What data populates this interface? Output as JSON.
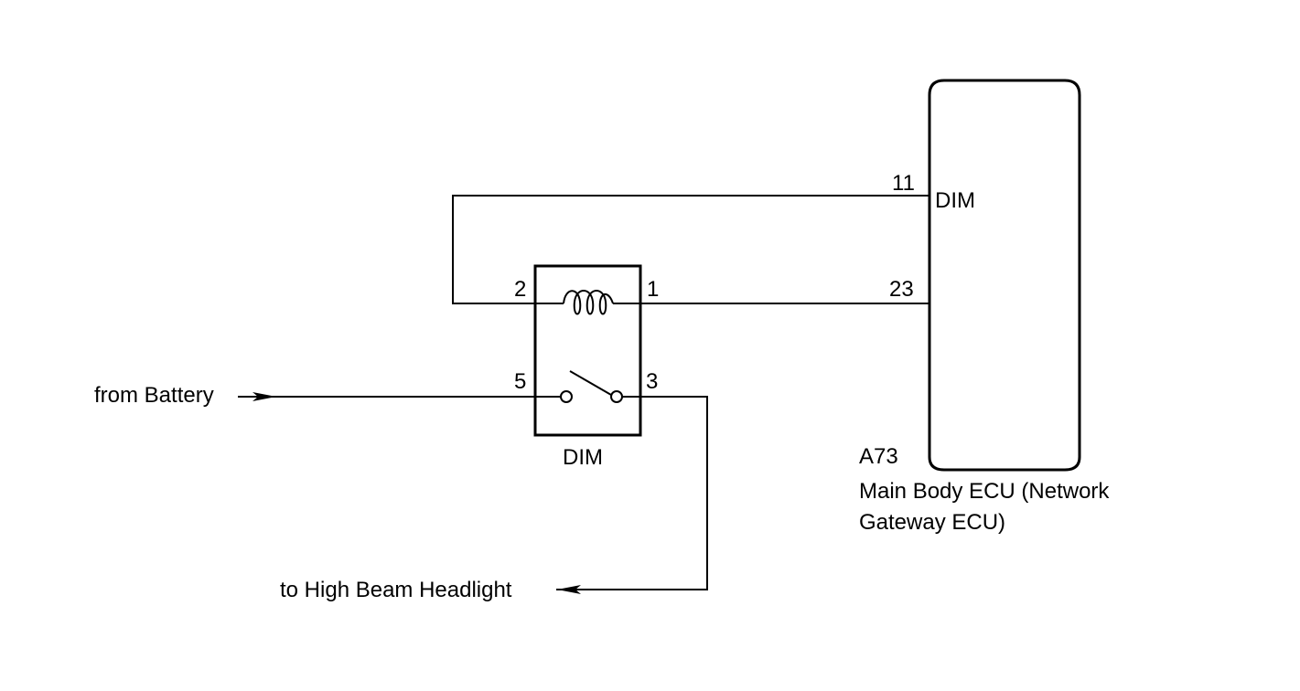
{
  "relay": {
    "name": "DIM",
    "pins": {
      "coil_left": "2",
      "coil_right": "1",
      "switch_left": "5",
      "switch_right": "3"
    }
  },
  "ecu": {
    "code": "A73",
    "name_line1": "Main Body ECU (Network",
    "name_line2": "Gateway ECU)",
    "pin_dim_number": "11",
    "pin_dim_label": "DIM",
    "pin_23_number": "23"
  },
  "connections": {
    "from_battery": "from Battery",
    "to_headlight": "to High Beam Headlight"
  },
  "colors": {
    "line": "#000000",
    "background": "#ffffff"
  }
}
